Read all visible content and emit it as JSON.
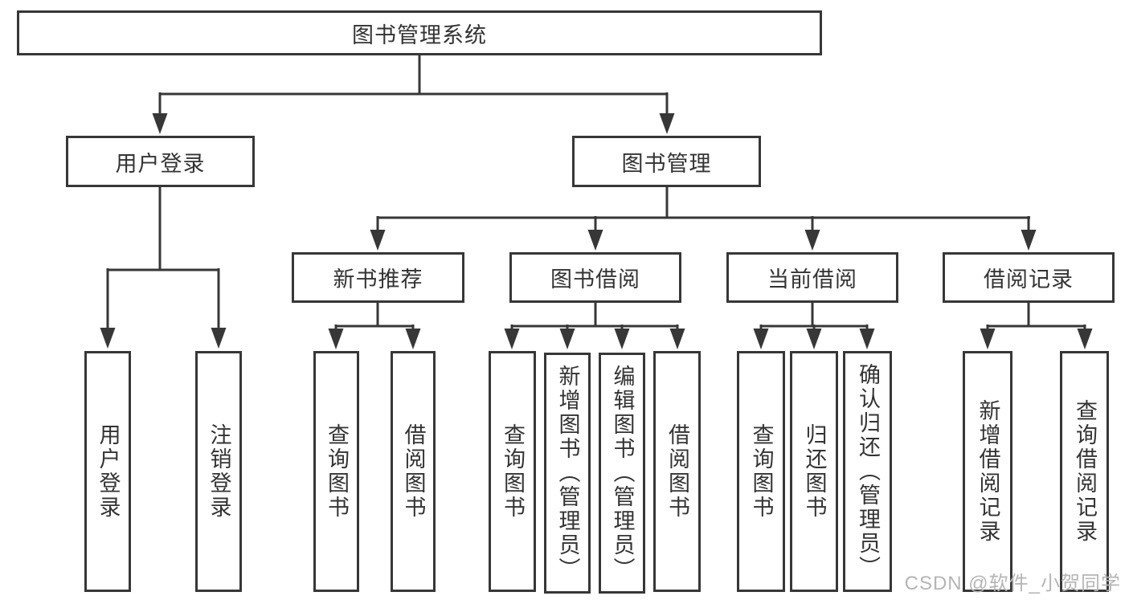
{
  "root": {
    "label": "图书管理系统"
  },
  "level2": {
    "user_login": {
      "label": "用户登录"
    },
    "book_mgmt": {
      "label": "图书管理"
    }
  },
  "level3": {
    "new_books": {
      "label": "新书推荐"
    },
    "book_borrow": {
      "label": "图书借阅"
    },
    "current_borrow": {
      "label": "当前借阅"
    },
    "borrow_records": {
      "label": "借阅记录"
    }
  },
  "leaves": {
    "login": "用户登录",
    "logout": "注销登录",
    "nb_query": "查询图书",
    "nb_borrow": "借阅图书",
    "bb_query": "查询图书",
    "bb_add": "新增图书（管理员）",
    "bb_edit": "编辑图书（管理员）",
    "bb_borrow": "借阅图书",
    "cb_query": "查询图书",
    "cb_return": "归还图书",
    "cb_confirm": "确认归还（管理员）",
    "br_add": "新增借阅记录",
    "br_query": "查询借阅记录"
  },
  "watermark": "CSDN @软件_小贺同学",
  "colors": {
    "line": "#373737",
    "text": "#333333",
    "watermark": "#b5b5b5",
    "background": "#ffffff"
  }
}
